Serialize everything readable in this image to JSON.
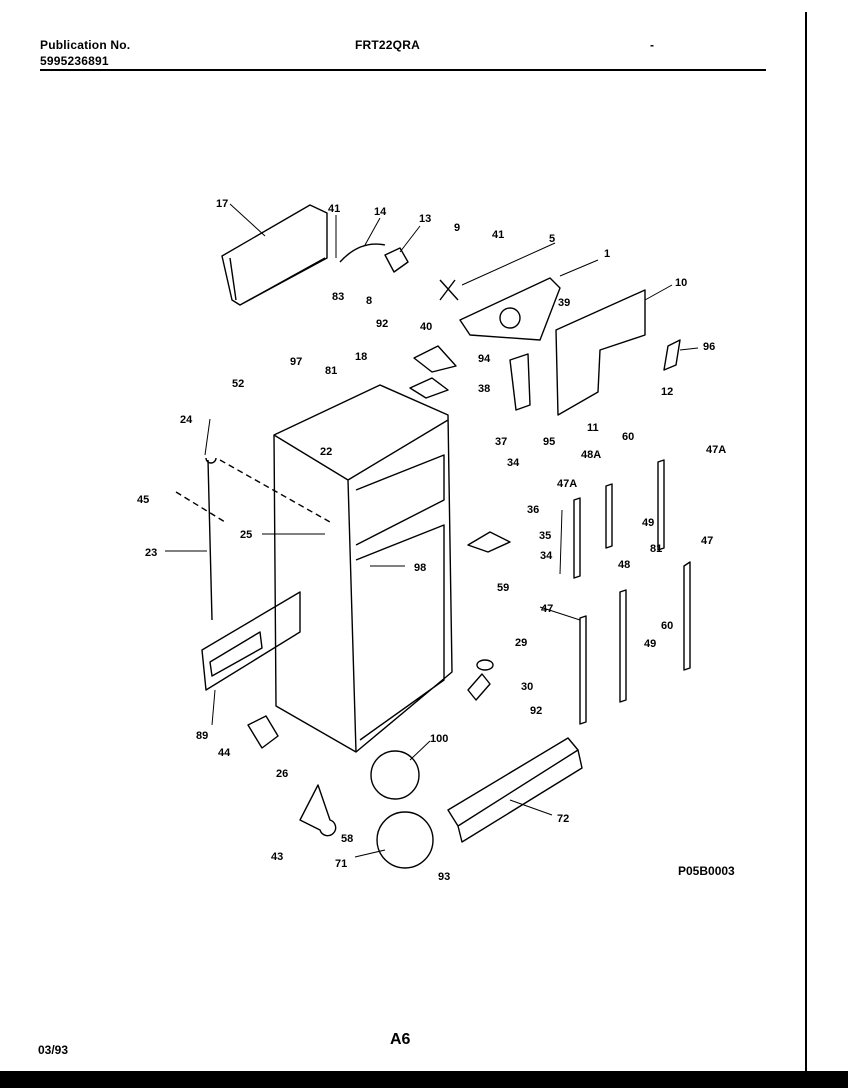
{
  "header": {
    "publication_label": "Publication No.",
    "publication_number": "5995236891",
    "model": "FRT22QRA",
    "dash": "-"
  },
  "diagram": {
    "part_labels": [
      "17",
      "41",
      "14",
      "13",
      "9",
      "41",
      "5",
      "1",
      "10",
      "83",
      "8",
      "39",
      "96",
      "92",
      "40",
      "94",
      "12",
      "97",
      "81",
      "18",
      "52",
      "38",
      "95",
      "11",
      "24",
      "37",
      "22",
      "60",
      "47A",
      "34",
      "48A",
      "45",
      "36",
      "47A",
      "49",
      "25",
      "35",
      "23",
      "34",
      "98",
      "81",
      "47",
      "59",
      "48",
      "47",
      "60",
      "29",
      "49",
      "30",
      "92",
      "89",
      "100",
      "44",
      "26",
      "72",
      "58",
      "43",
      "71",
      "93"
    ],
    "code": "P05B0003"
  },
  "footer": {
    "date": "03/93",
    "page": "A6"
  }
}
